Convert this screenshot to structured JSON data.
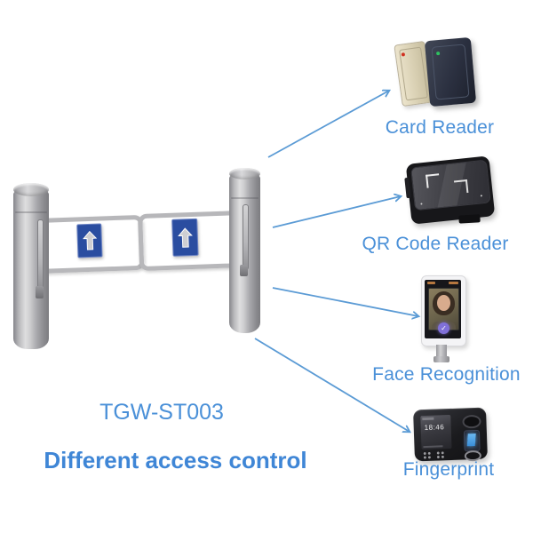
{
  "header": {
    "model": "TGW-ST003",
    "caption": "Different access control"
  },
  "devices": {
    "card_reader": {
      "label": "Card Reader"
    },
    "qr_code_reader": {
      "label": "QR Code Reader"
    },
    "face_recognition": {
      "label": "Face Recognition",
      "badge_check": "✓"
    },
    "fingerprint": {
      "label": "Fingerprint",
      "screen_time": "18:46"
    }
  },
  "colors": {
    "label_blue": "#4a90d8",
    "arrow_blue": "#5b9bd5",
    "gate_sign_blue": "#2a4da0"
  }
}
